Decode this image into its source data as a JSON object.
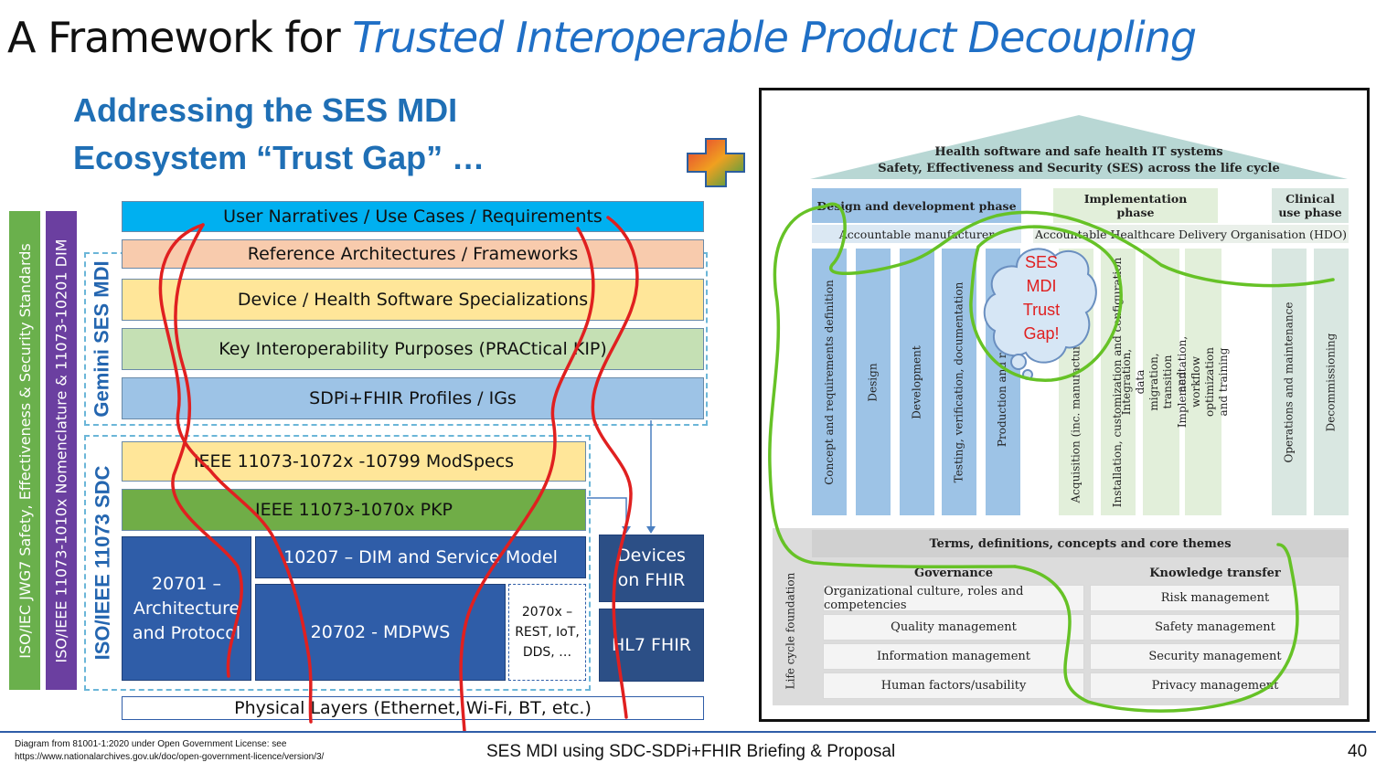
{
  "title": {
    "prefix": "A Framework for",
    "emphasis": "Trusted Interoperable Product Decoupling"
  },
  "subtitle": {
    "line1": "Addressing the SES MDI",
    "line2": "Ecosystem “Trust Gap” …"
  },
  "left_stack": {
    "vertical_bars": [
      {
        "label": "ISO/IEC JWG7 Safety, Effectiveness & Security Standards",
        "color": "#6ab04c"
      },
      {
        "label": "ISO/IEEE 11073-1010x Nomenclature & 11073-10201 DIM",
        "color": "#6b3fa0"
      }
    ],
    "group_labels": {
      "gemini": "Gemini SES MDI",
      "iso": "ISO/IEEE 11073 SDC"
    },
    "layers": {
      "user_narratives": "User Narratives / Use Cases / Requirements",
      "reference_arch": "Reference Architectures / Frameworks",
      "device_specs": "Device / Health Software Specializations",
      "kip": "Key Interoperability Purposes (PRACtical KIP)",
      "profiles": "SDPi+FHIR Profiles / IGs",
      "modspecs": "IEEE 11073-1072x -10799  ModSpecs",
      "pkp": "IEEE 11073-1070x PKP",
      "dim": "10207 – DIM and Service Model",
      "arch": "20701 – Architecture and Protocol",
      "mdpws": "20702 - MDPWS",
      "rest": "2070x – REST, IoT, DDS, …",
      "devices_fhir": "Devices on FHIR",
      "hl7": "HL7 FHIR",
      "physical": "Physical Layers (Ethernet, Wi-Fi, BT, etc.)"
    },
    "colors": {
      "cyan": "#00b0f0",
      "peach": "#f8cbad",
      "yellow": "#ffe699",
      "lightgreen": "#c5e0b4",
      "lightblue": "#9dc3e6",
      "green": "#70ad47",
      "blue": "#2f5da8"
    }
  },
  "framework": {
    "roof_line1": "Health software and safe health IT systems",
    "roof_line2": "Safety, Effectiveness and Security (SES) across the life cycle",
    "phases": {
      "design": "Design and development phase",
      "implementation": "Implementation phase",
      "clinical": "Clinical use phase"
    },
    "org_manufacturer": "Accountable manufacturer",
    "org_hdo": "Accountable Healthcare Delivery Organisation (HDO)",
    "columns": [
      "Concept and requirements definition",
      "Design",
      "Development",
      "Testing, verification, documentation",
      "Production and release",
      "Acquisition (inc. manufacturer compliance)",
      "Installation, customization and configuration",
      "Integration, data migration, transition and validation",
      "Implementation, workflow optimization and training",
      "Operations and maintenance",
      "Decommissioning"
    ],
    "foundation": {
      "side_label": "Life cycle foundation",
      "terms": "Terms, definitions, concepts and core themes",
      "governance": "Governance",
      "knowledge": "Knowledge transfer",
      "governance_items": [
        "Organizational culture, roles and competencies",
        "Quality management",
        "Information management",
        "Human factors/usability"
      ],
      "knowledge_items": [
        "Risk management",
        "Safety management",
        "Security management",
        "Privacy management"
      ]
    },
    "trust_gap": "SES MDI Trust Gap!"
  },
  "footer": {
    "note_line1": "Diagram from 81001-1:2020 under Open Government License:  see",
    "note_line2": "https://www.nationalarchives.gov.uk/doc/open-government-licence/version/3/",
    "center": "SES MDI using SDC-SDPi+FHIR Briefing & Proposal",
    "page_number": "40"
  }
}
